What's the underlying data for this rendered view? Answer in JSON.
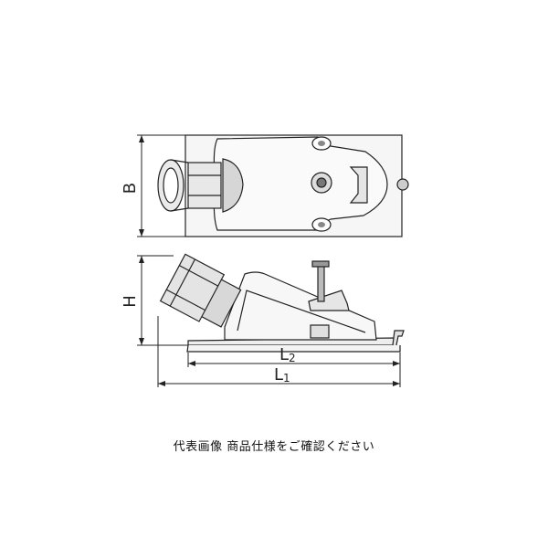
{
  "dimensions": {
    "B": "B",
    "H": "H",
    "L2_main": "L",
    "L2_sub": "2",
    "L1_main": "L",
    "L1_sub": "1"
  },
  "caption": "代表画像 商品仕様をご確認ください"
}
